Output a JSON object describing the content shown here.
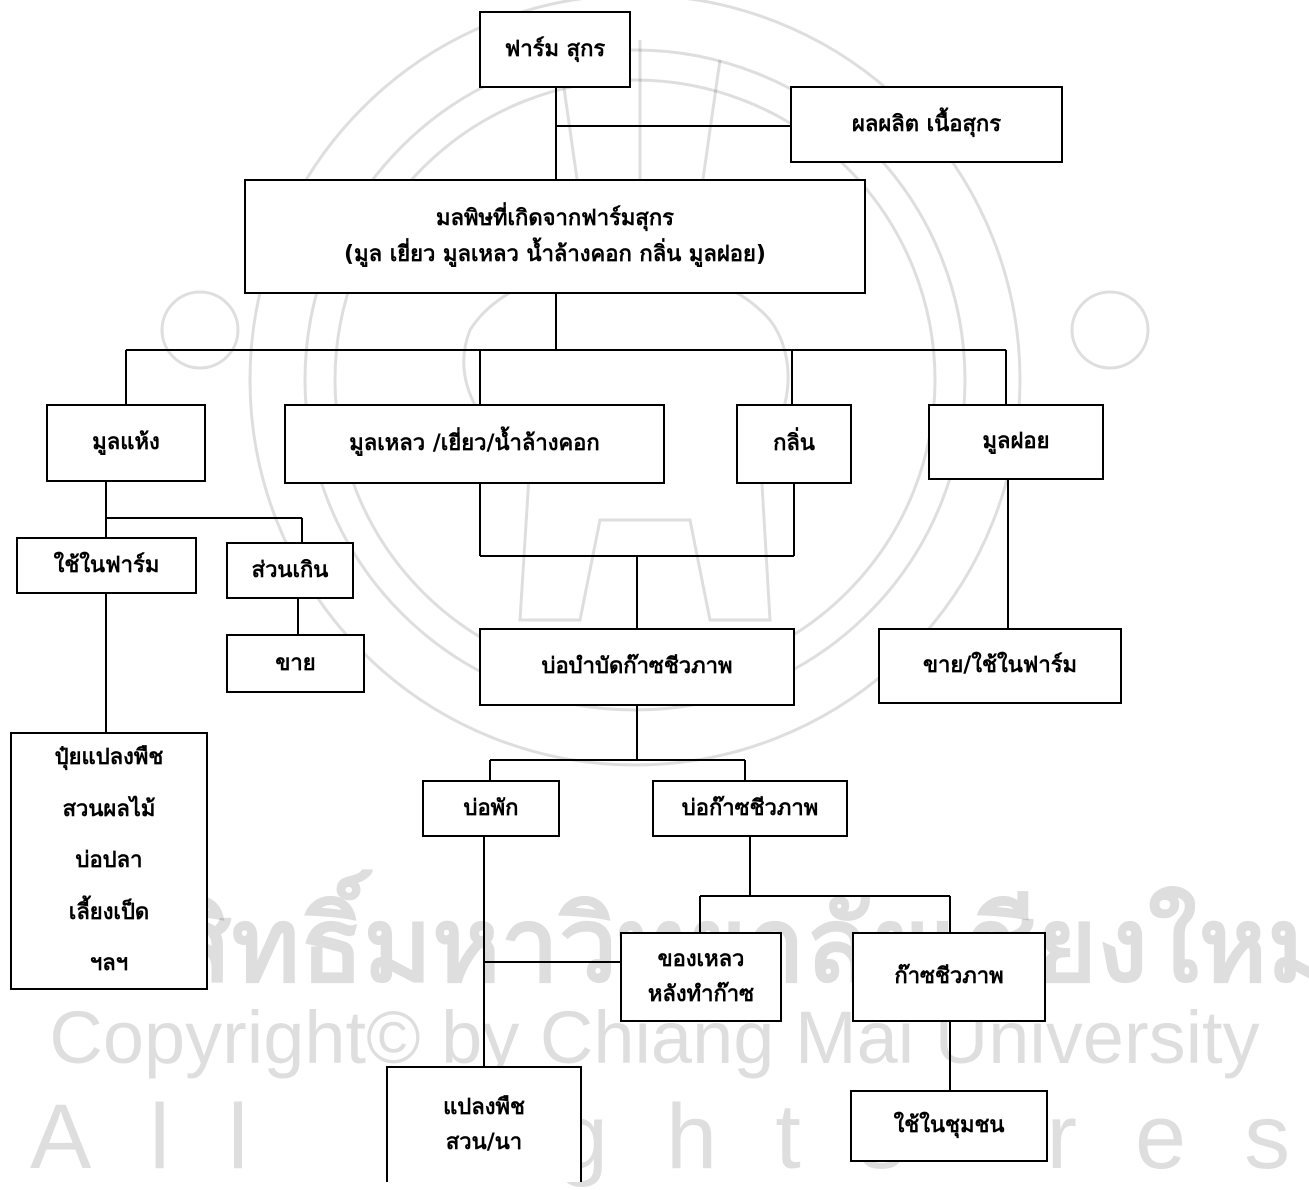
{
  "watermark": {
    "thai": "ลิขสิทธิ์มหาวิทยาลัยเชียงใหม่",
    "copyright": "Copyright© by Chiang Mai University",
    "rights": "All rights reserved"
  },
  "nodes": {
    "farm": "ฟาร์ม  สุกร",
    "product": "ผลผลิต เนื้อสุกร",
    "pollution": {
      "line1": "มลพิษที่เกิดจากฟาร์มสุกร",
      "line2": "(มูล เยี่ยว มูลเหลว น้ำล้างคอก กลิ่น มูลฝอย)"
    },
    "dry_manure": "มูลแห้ง",
    "liquid_manure": "มูลเหลว /เยี่ยว/น้ำล้างคอก",
    "odor": "กลิ่น",
    "waste_manure": "มูลฝอย",
    "use_in_farm": "ใช้ในฟาร์ม",
    "surplus": "ส่วนเกิน",
    "sell": "ขาย",
    "sell_use_farm": "ขาย/ใช้ในฟาร์ม",
    "biogas_treatment_pond": "บ่อบำบัดก๊าซชีวภาพ",
    "fertilizer": [
      "ปุ๋ยแปลงพืช",
      "สวนผลไม้",
      "บ่อปลา",
      "เลี้ยงเป็ด",
      "ฯลฯ"
    ],
    "settling_pond": "บ่อพัก",
    "biogas_pond": "บ่อก๊าซชีวภาพ",
    "effluent": {
      "line1": "ของเหลว",
      "line2": "หลังทำก๊าซ"
    },
    "biogas": "ก๊าซชีวภาพ",
    "crop_field": {
      "line1": "แปลงพืช",
      "line2": "สวน/นา"
    },
    "community_use": "ใช้ในชุมชน"
  }
}
